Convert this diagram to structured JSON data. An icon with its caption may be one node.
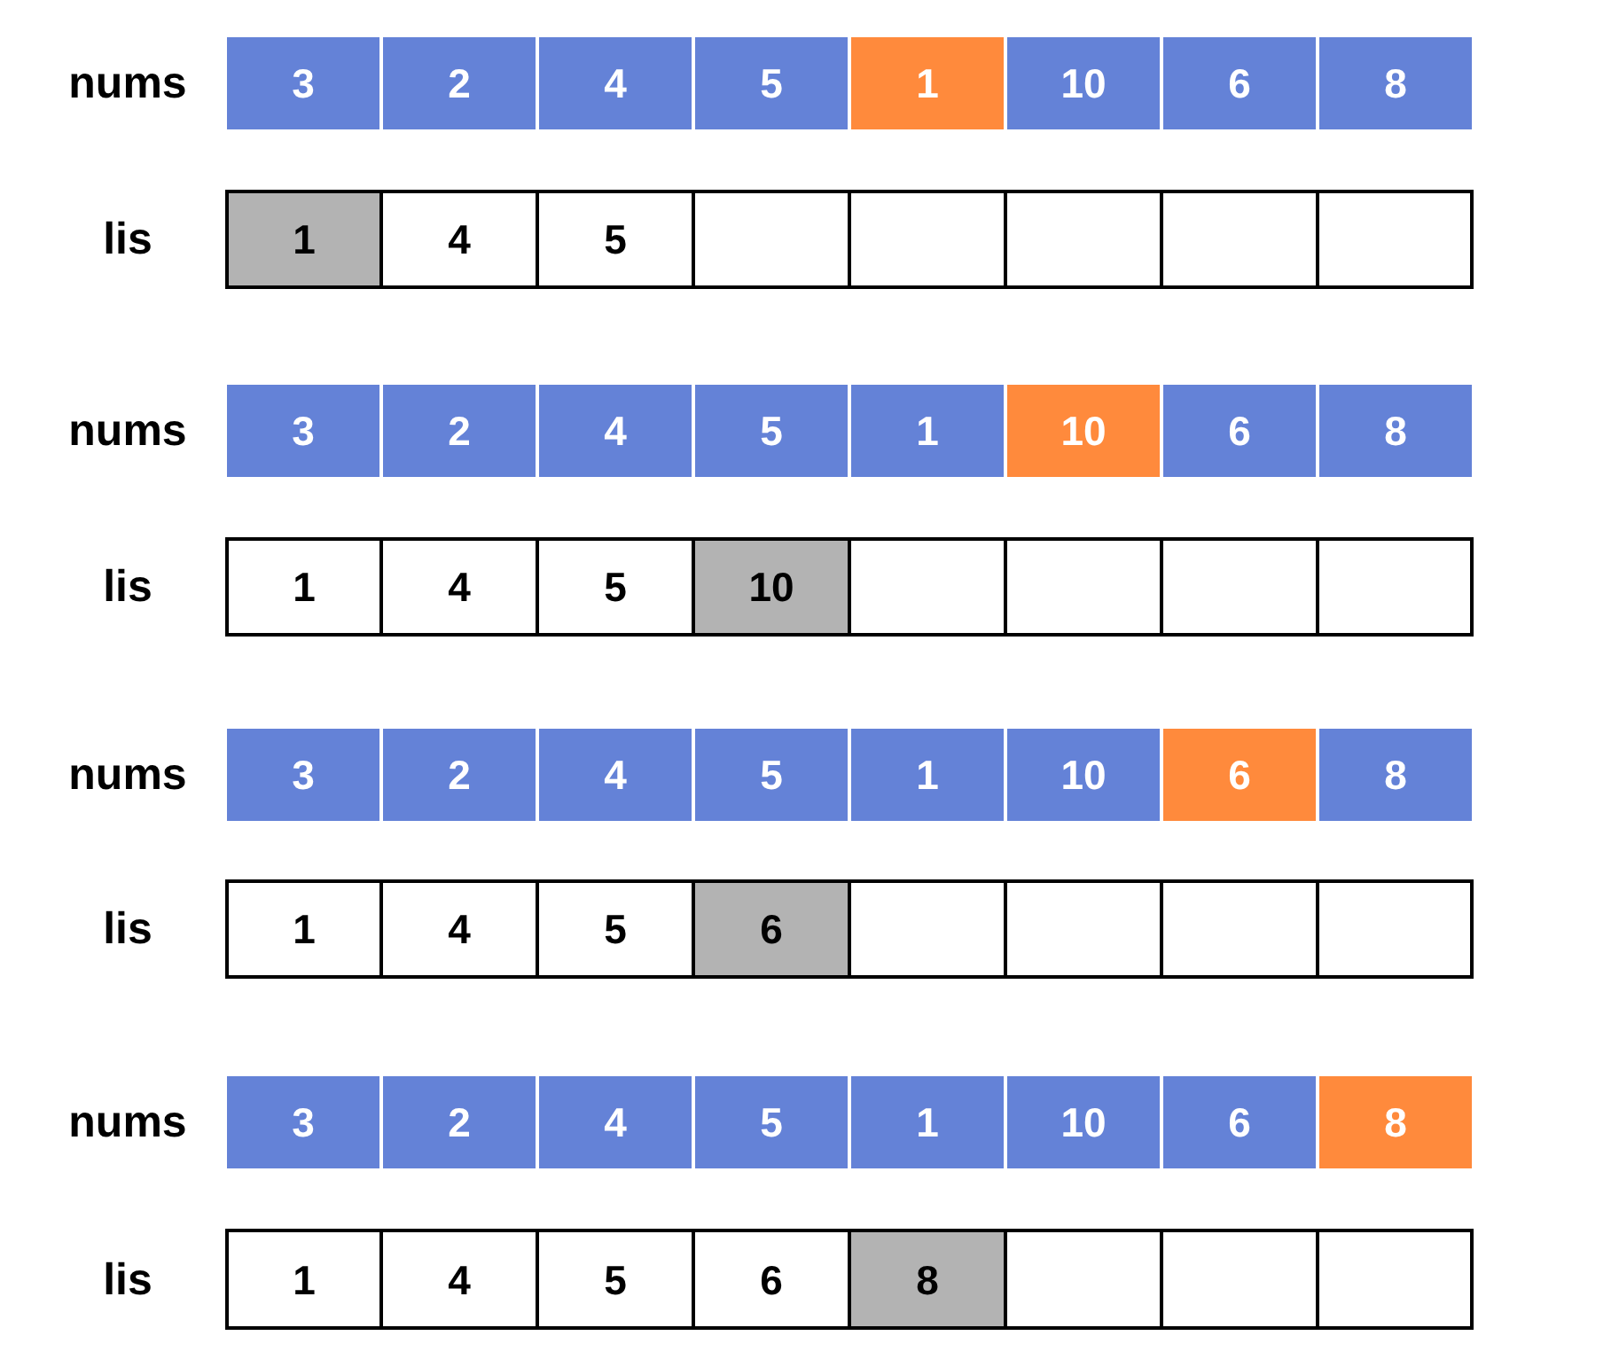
{
  "diagram": {
    "nodes": [
      {
        "text": [
          "3"
        ]
      },
      {
        "text": [
          "2"
        ]
      },
      {
        "text": [
          "4"
        ]
      },
      {
        "text": [
          "5"
        ]
      },
      {
        "text": [
          "1"
        ]
      },
      {
        "text": [
          "10"
        ]
      },
      {
        "text": [
          "6"
        ]
      },
      {
        "text": [
          "8"
        ]
      },
      {
        "text": [
          "1"
        ]
      },
      {
        "text": [
          "4"
        ]
      },
      {
        "text": [
          "5"
        ]
      },
      {
        "text": [],
        "shape": "box"
      },
      {
        "text": [],
        "shape": "box"
      },
      {
        "text": [],
        "shape": "box"
      },
      {
        "text": [],
        "shape": "box"
      },
      {
        "text": [],
        "shape": "box"
      },
      {
        "text": [
          "3"
        ]
      },
      {
        "text": [
          "2"
        ]
      },
      {
        "text": [
          "4"
        ]
      },
      {
        "text": [
          "5"
        ]
      },
      {
        "text": [
          "1"
        ]
      },
      {
        "text": [
          "10"
        ]
      },
      {
        "text": [
          "6"
        ]
      },
      {
        "text": [
          "8"
        ]
      },
      {
        "text": [
          "1"
        ]
      },
      {
        "text": [
          "4"
        ]
      },
      {
        "text": [
          "5"
        ]
      },
      {
        "text": [
          "10"
        ]
      },
      {
        "text": [],
        "shape": "box"
      },
      {
        "text": [],
        "shape": "box"
      },
      {
        "text": [],
        "shape": "box"
      },
      {
        "text": [],
        "shape": "box"
      },
      {
        "text": [
          "3"
        ]
      },
      {
        "text": [
          "2"
        ]
      },
      {
        "text": [
          "4"
        ]
      },
      {
        "text": [
          "5"
        ]
      },
      {
        "text": [
          "1"
        ]
      },
      {
        "text": [
          "10"
        ]
      },
      {
        "text": [
          "6"
        ]
      },
      {
        "text": [
          "8"
        ]
      },
      {
        "text": [
          "1"
        ]
      },
      {
        "text": [
          "4"
        ]
      },
      {
        "text": [
          "5"
        ]
      },
      {
        "text": [
          "6"
        ]
      },
      {
        "text": [],
        "shape": "box"
      },
      {
        "text": [],
        "shape": "box"
      },
      {
        "text": [],
        "shape": "box"
      },
      {
        "text": [],
        "shape": "box"
      },
      {
        "text": [
          "3"
        ]
      },
      {
        "text": [
          "2"
        ]
      },
      {
        "text": [
          "4"
        ]
      },
      {
        "text": [
          "5"
        ]
      },
      {
        "text": [
          "1"
        ]
      },
      {
        "text": [
          "10"
        ]
      },
      {
        "text": [
          "6"
        ]
      },
      {
        "text": [
          "8"
        ]
      },
      {
        "text": [
          "1"
        ]
      },
      {
        "text": [
          "4"
        ]
      },
      {
        "text": [
          "5"
        ]
      },
      {
        "text": [
          "6"
        ]
      },
      {
        "text": [
          "8"
        ]
      },
      {
        "text": [],
        "shape": "box"
      },
      {
        "text": [],
        "shape": "box"
      },
      {
        "text": [],
        "shape": "box"
      }
    ],
    "labels": [
      "nums",
      "lis",
      "nums",
      "lis",
      "nums",
      "lis",
      "nums",
      "lis"
    ]
  }
}
